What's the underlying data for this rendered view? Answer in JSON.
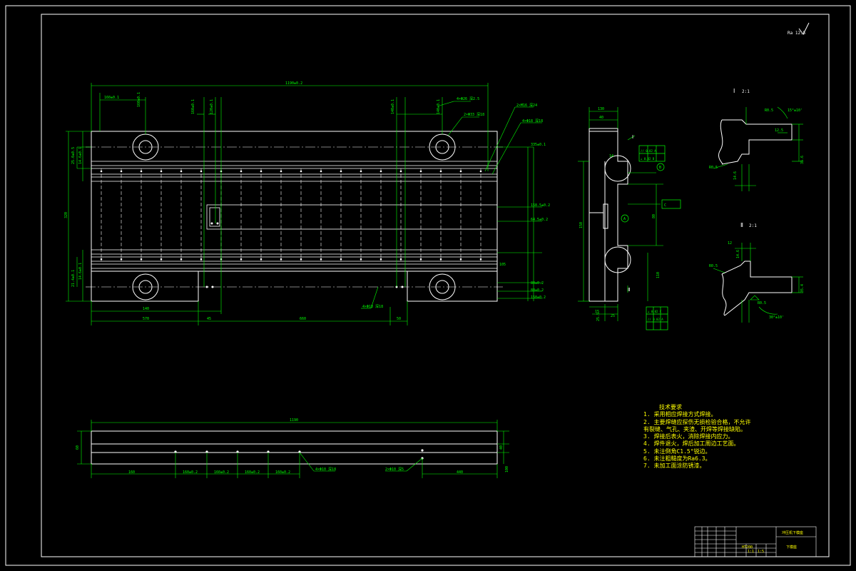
{
  "sheet": {
    "roughness_symbol": "√",
    "roughness_value": "Ra 12.5"
  },
  "main_view": {
    "overall_length": "1190±0.2",
    "bottom_dims": [
      "140",
      "570",
      "45",
      "660",
      "50"
    ],
    "left_dims": [
      "25.0±0.5",
      "14.6±0.1",
      "320",
      "21.4±0.1",
      "14.6±0.1"
    ],
    "right_dims": [
      "335±0.1",
      "158.5±0.2",
      "64.5±0.2",
      "105",
      "80±0.2",
      "80±0.2",
      "150±0.2"
    ],
    "top_dims": [
      "160±0.1",
      "160±0.1",
      "160±0.1",
      "120±0.1",
      "140±0.1",
      "140±0.1"
    ],
    "callouts": [
      "2×M16 深24",
      "4×Φ18 深18",
      "2×Φ33 深18",
      "4×Φ26 深2.5",
      "4×Φ18 深18"
    ]
  },
  "side_view": {
    "dims": [
      "130",
      "150",
      "40",
      "15",
      "25",
      "80",
      "110",
      "14",
      "25.5"
    ],
    "datums": [
      "A",
      "B",
      "C"
    ],
    "section_marks": [
      "Ⅰ",
      "Ⅱ"
    ],
    "tolerance_frames": [
      "// 0.02 A",
      "⊥ 0.02 B",
      "⊥ 0.02 C",
      "// 0.02 A"
    ]
  },
  "detail_1": {
    "title": "Ⅰ",
    "scale": "2:1",
    "dims": [
      "15°±10'",
      "R0.5",
      "12.5",
      "14.6",
      "R0.5",
      "35.6"
    ]
  },
  "detail_2": {
    "title": "Ⅱ",
    "scale": "2:1",
    "dims": [
      "12",
      "R0.5",
      "14.6",
      "R0.5",
      "30°±10'",
      "35.4"
    ]
  },
  "bottom_view": {
    "overall_length": "1190",
    "dims": [
      "160",
      "160±0.2",
      "160±0.2",
      "160±0.2",
      "160±0.2",
      "440",
      "40",
      "60",
      "100"
    ],
    "callouts": [
      "4×Φ10 深18",
      "2×Φ10 深5"
    ]
  },
  "notes": {
    "title": "技术要求",
    "items": [
      "1. 采用相应焊接方式焊接。",
      "2. 主要焊缝应探伤无损检验合格，不允许",
      "   有裂缝、气孔、夹渣、开焊等焊接缺陷。",
      "3. 焊接后表火，消除焊接内应力。",
      "4. 焊件退火，焊后加工周边工艺面。",
      "5. 未注倒角C1.5°锐边。",
      "6. 未注粗糙度为Ra6.3。",
      "7. 未加工面涂防锈漆。"
    ]
  },
  "title_block": {
    "part_name": "冲压机下模座",
    "drawing_no": "下模座",
    "material": "HT200",
    "scale": "1:5",
    "sheet": "1:1"
  }
}
